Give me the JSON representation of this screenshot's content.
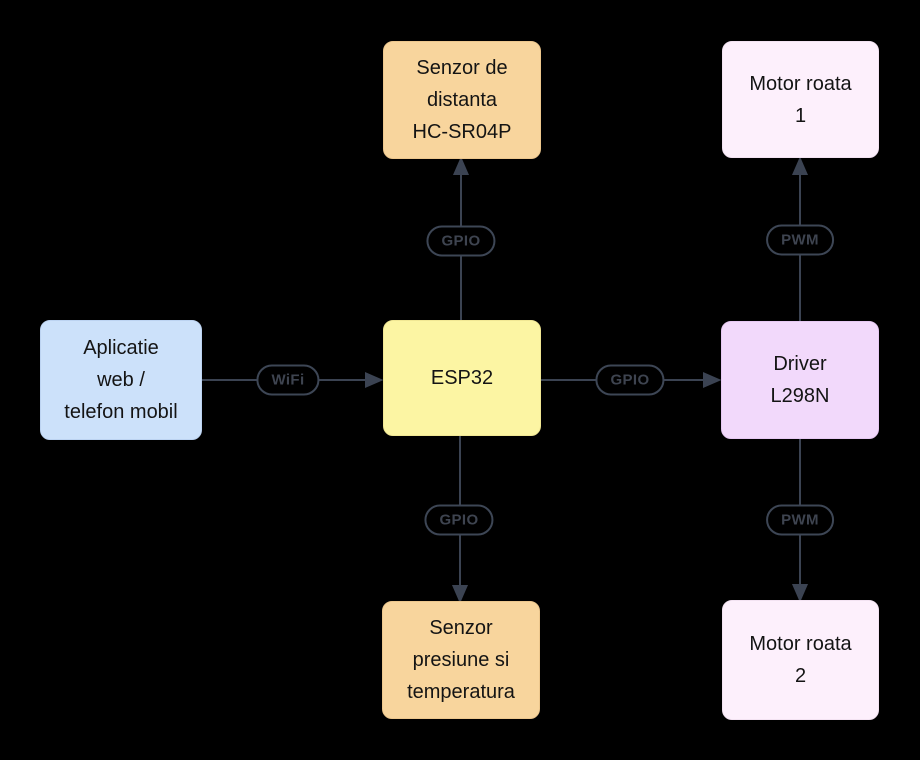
{
  "diagram": {
    "background_color": "#000000",
    "edge_color": "#3b4352",
    "edge_label_border_color": "#3d4655",
    "edge_label_text_color": "#3e4450",
    "nodes": {
      "app": {
        "label": "Aplicatie web / telefon mobil",
        "lines": [
          "Aplicatie",
          "web /",
          "telefon mobil"
        ],
        "fill": "#cce1fa"
      },
      "esp32": {
        "label": "ESP32",
        "lines": [
          "ESP32"
        ],
        "fill": "#fcf5a3"
      },
      "sensor_distance": {
        "label": "Senzor de distanta HC-SR04P",
        "lines": [
          "Senzor de",
          "distanta",
          "HC-SR04P"
        ],
        "fill": "#f8d59d"
      },
      "sensor_pressure": {
        "label": "Senzor presiune si temperatura",
        "lines": [
          "Senzor",
          "presiune si",
          "temperatura"
        ],
        "fill": "#f8d59d"
      },
      "driver": {
        "label": "Driver L298N",
        "lines": [
          "Driver",
          "L298N"
        ],
        "fill": "#f2d9fb"
      },
      "motor1": {
        "label": "Motor roata 1",
        "lines": [
          "Motor roata",
          "1"
        ],
        "fill": "#fdf0fc"
      },
      "motor2": {
        "label": "Motor roata 2",
        "lines": [
          "Motor roata",
          "2"
        ],
        "fill": "#fdf0fc"
      }
    },
    "edges": {
      "wifi": {
        "from": "app",
        "to": "esp32",
        "label": "WiFi"
      },
      "gpio_distance": {
        "from": "esp32",
        "to": "sensor_distance",
        "label": "GPIO"
      },
      "gpio_driver": {
        "from": "esp32",
        "to": "driver",
        "label": "GPIO"
      },
      "gpio_pressure": {
        "from": "esp32",
        "to": "sensor_pressure",
        "label": "GPIO"
      },
      "pwm_motor1": {
        "from": "driver",
        "to": "motor1",
        "label": "PWM"
      },
      "pwm_motor2": {
        "from": "driver",
        "to": "motor2",
        "label": "PWM"
      }
    }
  }
}
